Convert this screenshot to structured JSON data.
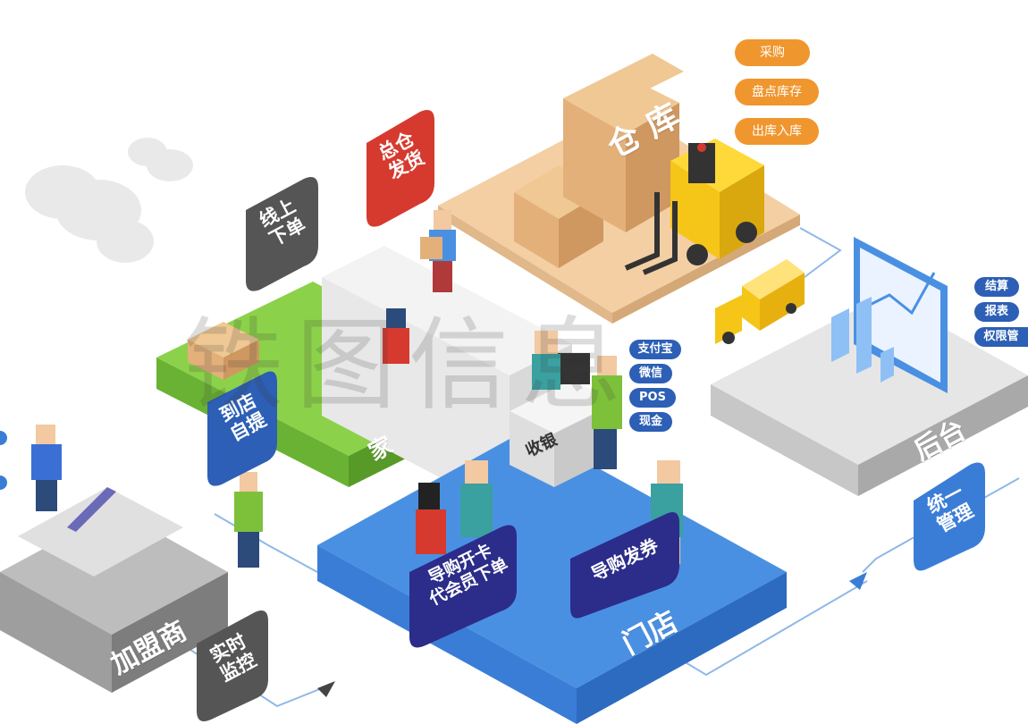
{
  "warehouse": {
    "boxes_label": "仓 库",
    "actions": [
      "采购",
      "盘点库存",
      "出库入库"
    ],
    "main_ship_tag": "总仓\n发货"
  },
  "online_order_tag": "线上\n下单",
  "home": {
    "label": "家",
    "pickup_tag": "到店\n自提"
  },
  "cashier": {
    "label": "收银",
    "payments": [
      "支付宝",
      "微信",
      "POS",
      "现金"
    ]
  },
  "backend": {
    "label": "后台",
    "functions": [
      "结算",
      "报表",
      "权限管"
    ],
    "unified_tag": "统一\n管理"
  },
  "store": {
    "label": "门店",
    "guide_card_tag": "导购开卡\n代会员下单",
    "guide_coupon_tag": "导购发券"
  },
  "franchisee": {
    "label": "加盟商",
    "monitor_tag": "实时\n监控"
  },
  "watermark": "铁图信息",
  "colors": {
    "warehouse_floor": "#f3cfa3",
    "box": "#e3b07a",
    "forklift": "#f5c518",
    "home_green": "#7dc13b",
    "store_blue": "#3a7dd6",
    "backend_gray": "#bdbdbd",
    "franchise_gray": "#9e9e9e",
    "orange_pill": "#f0962e",
    "red_tag": "#d63a2f",
    "dark_tag": "#555555",
    "blue_tag": "#2c5fb5"
  }
}
